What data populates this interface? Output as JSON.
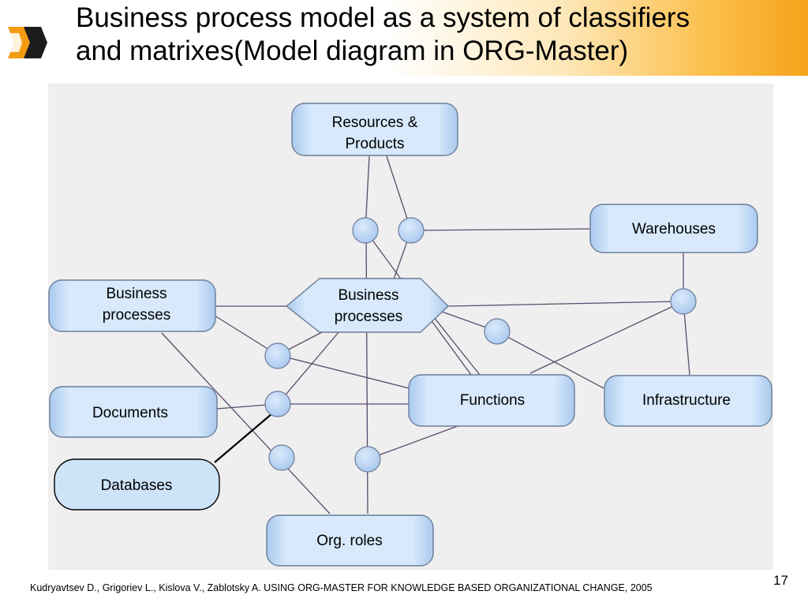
{
  "slide": {
    "title_lines": [
      "Business process model as a system of classifiers",
      "and matrixes(Model diagram in ORG-Master)"
    ],
    "footer": "Kudryavtsev D., Grigoriev L., Kislova V., Zablotsky A. USING ORG-MASTER FOR KNOWLEDGE BASED ORGANIZATIONAL CHANGE, 2005",
    "page_number": "17"
  },
  "diagram": {
    "nodes": {
      "resources_products": [
        "Resources &",
        "Products"
      ],
      "warehouses": [
        "Warehouses"
      ],
      "business_processes_classifier": [
        "Business",
        "processes"
      ],
      "business_processes_hub": [
        "Business",
        "processes"
      ],
      "documents": [
        "Documents"
      ],
      "functions": [
        "Functions"
      ],
      "infrastructure": [
        "Infrastructure"
      ],
      "databases": [
        "Databases"
      ],
      "org_roles": [
        "Org. roles"
      ]
    },
    "colors": {
      "node_fill": "#cde3f8",
      "node_stroke": "#6b7c99",
      "connector_fill": "#bdd8f3",
      "line": "#5a4a6a"
    }
  }
}
